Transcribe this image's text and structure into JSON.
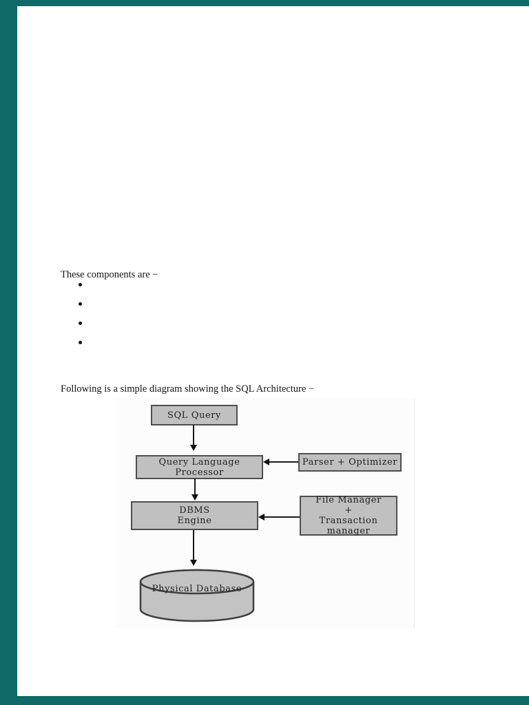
{
  "viewer": {
    "frame_color": "#0e6967",
    "page_background": "#ffffff"
  },
  "document": {
    "intro_line": "These components are −",
    "bullet_count": 4,
    "diagram_caption": "Following is a simple diagram showing the SQL Architecture −"
  },
  "diagram": {
    "colors": {
      "box_fill": "#c0c0c0",
      "box_border": "#4e4e4e",
      "arrow": "#111111"
    },
    "boxes": {
      "sql_query": {
        "label": "SQL Query"
      },
      "query_language_processor": {
        "line1": "Query Language",
        "line2": "Processor"
      },
      "parser_optimizer": {
        "label": "Parser + Optimizer"
      },
      "dbms_engine": {
        "line1": "DBMS",
        "line2": "Engine"
      },
      "file_manager": {
        "line1": "File Manager",
        "line2": "+",
        "line3": "Transaction manager"
      },
      "physical_database": {
        "label": "Physical Database"
      }
    },
    "connections": [
      {
        "from": "sql_query",
        "to": "query_language_processor",
        "direction": "down"
      },
      {
        "from": "parser_optimizer",
        "to": "query_language_processor",
        "direction": "left"
      },
      {
        "from": "query_language_processor",
        "to": "dbms_engine",
        "direction": "down"
      },
      {
        "from": "file_manager",
        "to": "dbms_engine",
        "direction": "left"
      },
      {
        "from": "dbms_engine",
        "to": "physical_database",
        "direction": "down"
      }
    ]
  }
}
